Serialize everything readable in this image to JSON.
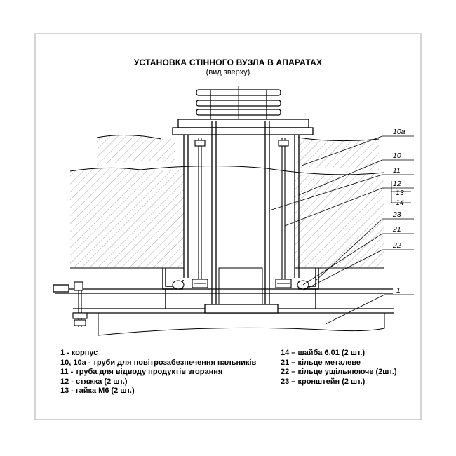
{
  "title": "УСТАНОВКА СТІННОГО ВУЗЛА В АПАРАТАХ",
  "subtitle": "(вид зверху)",
  "callouts": [
    "10а",
    "10",
    "11",
    "12",
    "13",
    "14",
    "23",
    "21",
    "22",
    "1"
  ],
  "legend_left": [
    "1  -  корпус",
    "10, 10а - труби для повітрозабезпечення пальників",
    "11  -  труба для відводу продуктів згорання",
    "12  -  стяжка (2 шт.)",
    "13  -  гайка М6 (2 шт.)"
  ],
  "legend_right": [
    "14 – шайба 6.01 (2 шт.)",
    "21 – кільце металеве",
    "22 – кільце ущільнююче (2шт.)",
    "23 – кронштейн (2 шт.)"
  ]
}
